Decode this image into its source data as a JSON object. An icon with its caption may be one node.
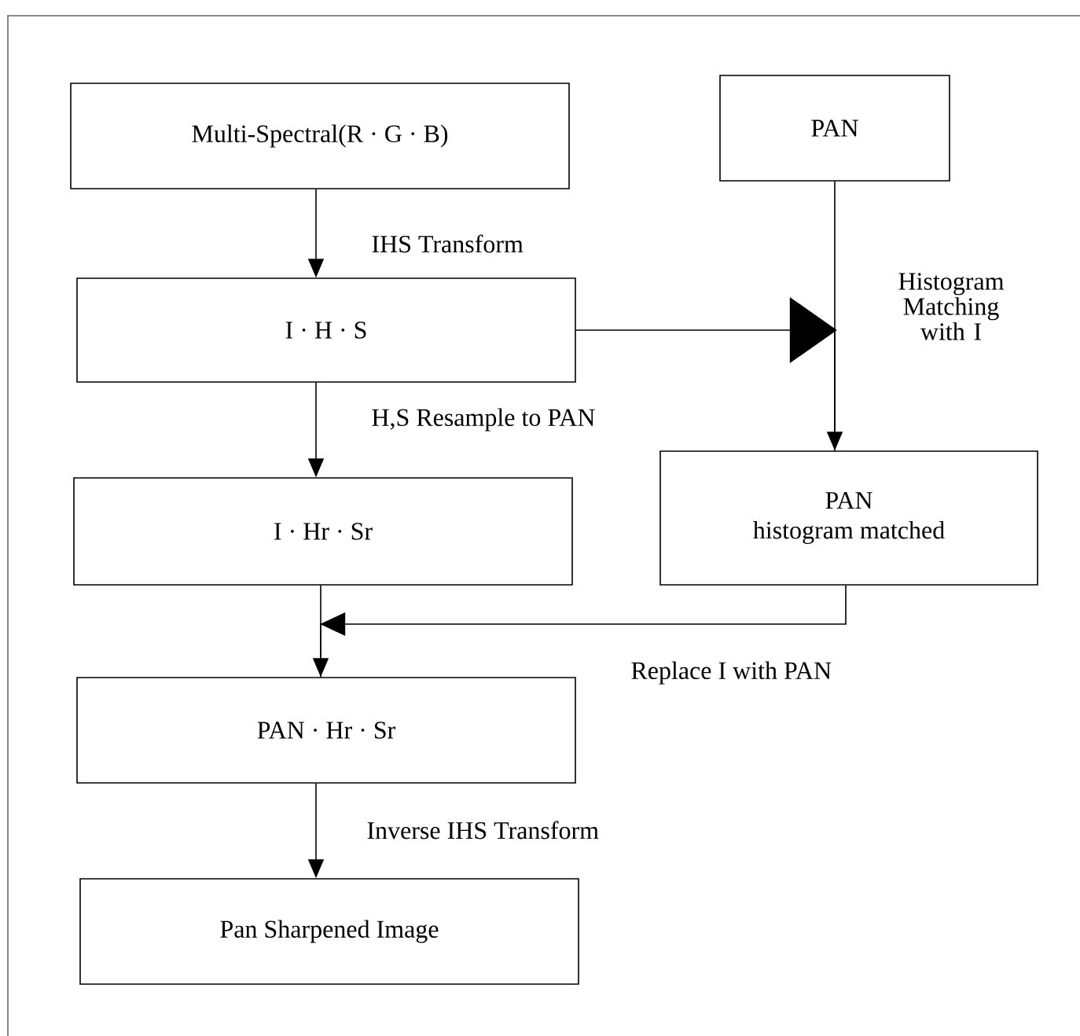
{
  "diagram": {
    "nodes": [
      {
        "text": [
          "Multi-Spectral(R · G · B)"
        ]
      },
      {
        "text": [
          "PAN"
        ]
      },
      {
        "text": [
          "I · H · S"
        ]
      },
      {
        "text": [
          "PAN",
          "histogram matched"
        ]
      },
      {
        "text": [
          "I · Hr · Sr"
        ]
      },
      {
        "text": [
          "PAN · Hr · Sr"
        ]
      },
      {
        "text": [
          "Pan Sharpened Image"
        ]
      }
    ],
    "edges": [
      {
        "from": 0,
        "to": 2,
        "arrow": "to",
        "label": "IHS Transform"
      },
      {
        "from": 2,
        "to": 3,
        "arrow": "to"
      },
      {
        "from": 1,
        "to": 3,
        "arrow": "to",
        "label": "Histogram Matching with I"
      },
      {
        "from": 2,
        "to": 4,
        "arrow": "to",
        "label": "H,S Resample to PAN"
      },
      {
        "from": 4,
        "to": 5,
        "arrow": "to"
      },
      {
        "from": 3,
        "to": 5,
        "arrow": "to",
        "label": "Replace I with PAN"
      },
      {
        "from": 5,
        "to": 6,
        "arrow": "to",
        "label": "Inverse IHS Transform"
      }
    ]
  }
}
